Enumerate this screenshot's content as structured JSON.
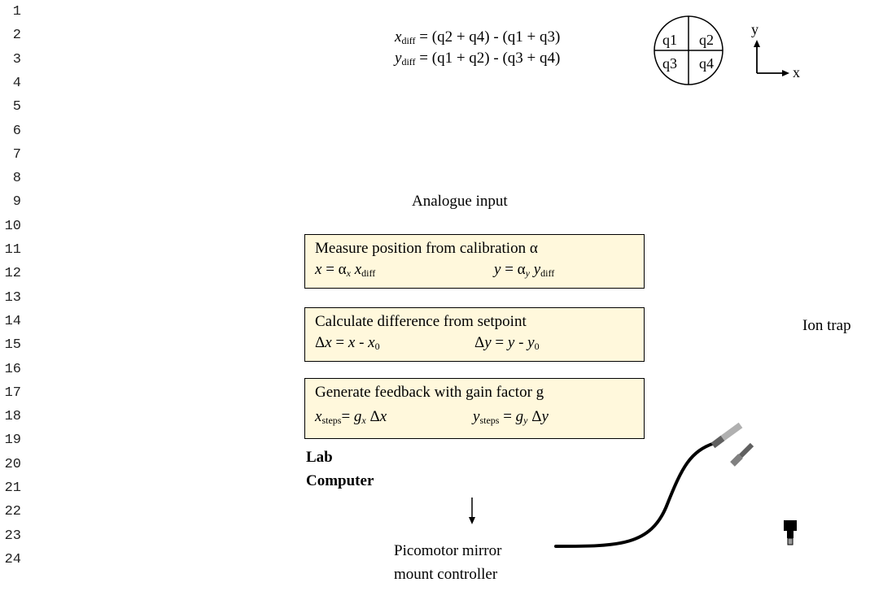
{
  "line_numbers": [
    "1",
    "2",
    "3",
    "4",
    "5",
    "6",
    "7",
    "8",
    "9",
    "10",
    "11",
    "12",
    "13",
    "14",
    "15",
    "16",
    "17",
    "18",
    "19",
    "20",
    "21",
    "22",
    "23",
    "24"
  ],
  "equations": {
    "xdiff": {
      "var": "x",
      "sub": "diff",
      "rhs": " = (q2 + q4) - (q1 + q3)"
    },
    "ydiff": {
      "var": "y",
      "sub": "diff",
      "rhs": " = (q1 + q2) - (q3 + q4)"
    }
  },
  "quadrants": {
    "q1": "q1",
    "q2": "q2",
    "q3": "q3",
    "q4": "q4"
  },
  "axes": {
    "x": "x",
    "y": "y"
  },
  "analogue_input": "Analogue input",
  "boxes": {
    "measure": {
      "title": "Measure position from calibration α",
      "x_lhs": "x",
      "x_eq": " = α",
      "x_alpha_sub": "x",
      "x_var": " x",
      "x_var_sub": "diff",
      "y_lhs": "y",
      "y_eq": " = α",
      "y_alpha_sub": "y",
      "y_var": " y",
      "y_var_sub": "diff"
    },
    "calculate": {
      "title": "Calculate difference from setpoint",
      "x_delta": "Δ",
      "x_lhs": "x",
      "x_eq": " = ",
      "x_rhs": "x",
      "x_minus": " - ",
      "x_zero": "x",
      "x_zero_sub": "0",
      "y_delta": "Δ",
      "y_lhs": "y",
      "y_eq": " = ",
      "y_rhs": "y",
      "y_minus": " - ",
      "y_zero": "y",
      "y_zero_sub": "0"
    },
    "feedback": {
      "title": "Generate feedback with gain factor g",
      "x_lhs": "x",
      "x_lhs_sub": "steps",
      "x_eq": "= ",
      "x_g": "g",
      "x_g_sub": "x",
      "x_delta": " Δ",
      "x_dx": "x",
      "y_lhs": "y",
      "y_lhs_sub": "steps",
      "y_eq": " = ",
      "y_g": "g",
      "y_g_sub": "y",
      "y_delta": " Δ",
      "y_dy": "y"
    }
  },
  "lab_computer": {
    "line1": "Lab",
    "line2": "Computer"
  },
  "ion_trap": "Ion trap",
  "picomotor": {
    "line1": "Picomotor mirror",
    "line2": "mount controller"
  },
  "colors": {
    "box_fill": "#fff8dc",
    "connector_gray": "#808080",
    "connector_light": "#b0b0b0"
  }
}
